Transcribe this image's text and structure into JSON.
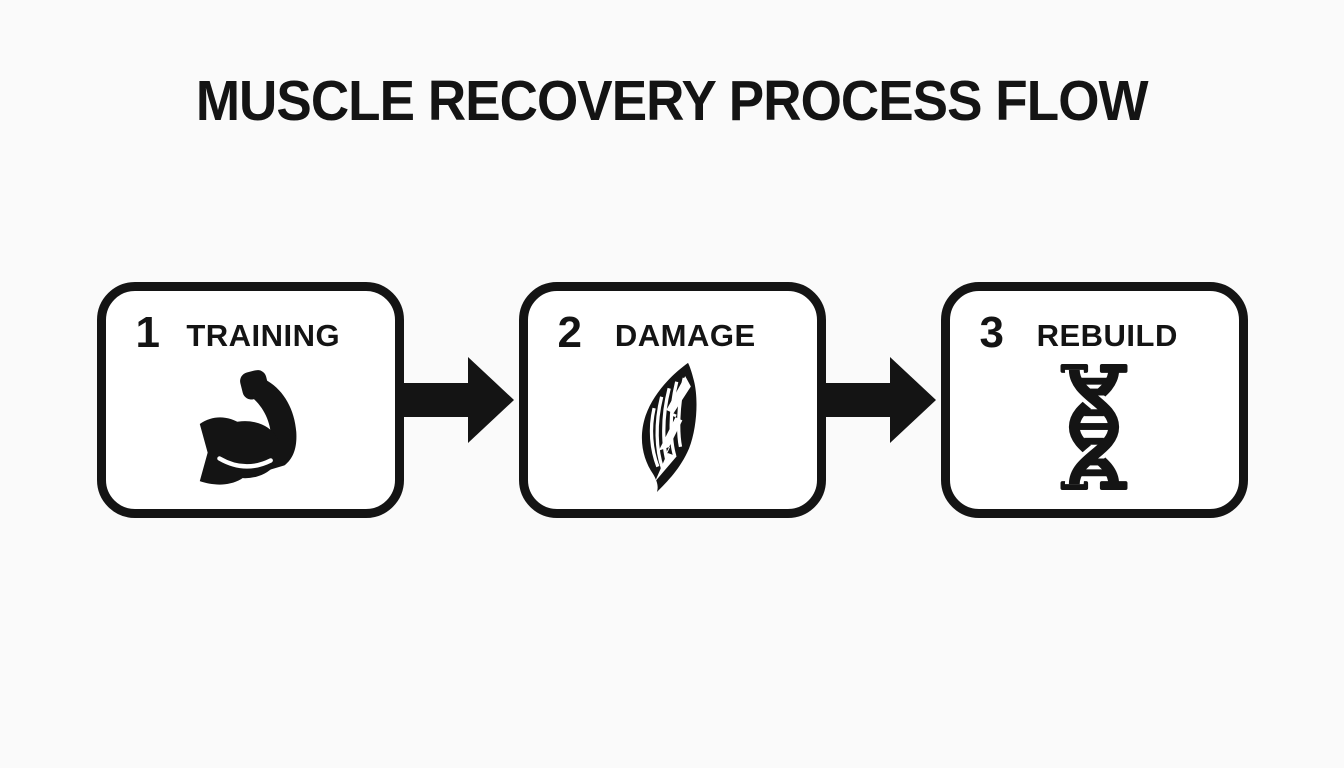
{
  "colors": {
    "background": "#fafafa",
    "card": "#ffffff",
    "ink": "#141414"
  },
  "title": {
    "text": "MUSCLE RECOVERY PROCESS FLOW"
  },
  "flow": {
    "connector": "arrow-right",
    "steps": [
      {
        "number": "1",
        "label": "TRAINING",
        "icon": "flexed-bicep-icon"
      },
      {
        "number": "2",
        "label": "DAMAGE",
        "icon": "torn-muscle-fiber-icon"
      },
      {
        "number": "3",
        "label": "REBUILD",
        "icon": "dna-helix-icon"
      }
    ]
  }
}
